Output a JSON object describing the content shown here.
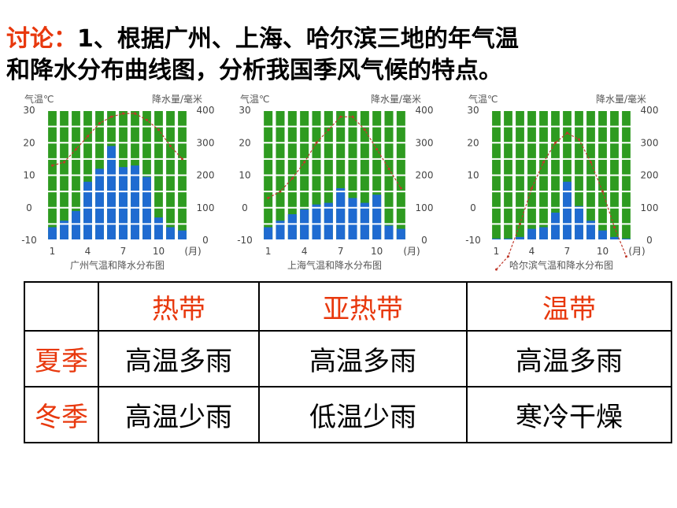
{
  "title": {
    "line1_prefix": "讨论：",
    "line1": "1、根据广州、上海、哈尔滨三地的年气温",
    "line2": "和降水分布曲线图，分析我国季风气候的特点。"
  },
  "chart_data": [
    {
      "type": "bar",
      "title": "广州气温和降水分布图",
      "categories": [
        1,
        2,
        3,
        4,
        5,
        6,
        7,
        8,
        9,
        10,
        11,
        12
      ],
      "x_tick_labels": [
        "1",
        "4",
        "7",
        "10",
        "(月)"
      ],
      "y_left_label": "气温℃",
      "y_right_label": "降水量/毫米",
      "y_left_ticks": [
        "30",
        "20",
        "10",
        "0",
        "-10"
      ],
      "y_right_ticks": [
        "400",
        "300",
        "200",
        "100",
        "0"
      ],
      "ylim_temp": [
        -10,
        30
      ],
      "ylim_precip": [
        0,
        400
      ],
      "series": [
        {
          "name": "降水量",
          "type": "bar",
          "values": [
            40,
            60,
            90,
            180,
            220,
            290,
            225,
            230,
            195,
            70,
            40,
            30
          ]
        },
        {
          "name": "气温",
          "type": "line",
          "values": [
            13,
            14,
            18,
            22,
            26,
            28,
            29,
            29,
            27,
            24,
            19,
            15
          ]
        }
      ],
      "colors": {
        "bar": "#1f6bd1",
        "bg": "#2e9b20",
        "line": "#c0392b"
      }
    },
    {
      "type": "bar",
      "title": "上海气温和降水分布图",
      "categories": [
        1,
        2,
        3,
        4,
        5,
        6,
        7,
        8,
        9,
        10,
        11,
        12
      ],
      "x_tick_labels": [
        "1",
        "4",
        "7",
        "10",
        "(月)"
      ],
      "y_left_label": "气温℃",
      "y_right_label": "降水量/毫米",
      "y_left_ticks": [
        "30",
        "20",
        "10",
        "0",
        "-10"
      ],
      "y_right_ticks": [
        "400",
        "300",
        "200",
        "100",
        "0"
      ],
      "ylim_temp": [
        -10,
        30
      ],
      "ylim_precip": [
        0,
        400
      ],
      "series": [
        {
          "name": "降水量",
          "type": "bar",
          "values": [
            40,
            60,
            80,
            95,
            110,
            115,
            160,
            130,
            115,
            140,
            45,
            35
          ]
        },
        {
          "name": "气温",
          "type": "line",
          "values": [
            3,
            5,
            9,
            14,
            20,
            24,
            28,
            28,
            24,
            18,
            12,
            6
          ]
        }
      ],
      "colors": {
        "bar": "#1f6bd1",
        "bg": "#2e9b20",
        "line": "#c0392b"
      }
    },
    {
      "type": "bar",
      "title": "哈尔滨气温和降水分布图",
      "categories": [
        1,
        2,
        3,
        4,
        5,
        6,
        7,
        8,
        9,
        10,
        11,
        12
      ],
      "x_tick_labels": [
        "1",
        "4",
        "7",
        "10",
        "(月)"
      ],
      "y_left_label": "气温℃",
      "y_right_label": "降水量/毫米",
      "y_left_ticks": [
        "30",
        "20",
        "10",
        "0",
        "-10"
      ],
      "y_right_ticks": [
        "400",
        "300",
        "200",
        "100",
        "0"
      ],
      "ylim_temp": [
        -10,
        30
      ],
      "ylim_precip": [
        0,
        400
      ],
      "series": [
        {
          "name": "降水量",
          "type": "bar",
          "values": [
            5,
            5,
            10,
            35,
            40,
            85,
            180,
            105,
            60,
            30,
            10,
            5
          ]
        },
        {
          "name": "气温",
          "type": "line",
          "values": [
            -19,
            -15,
            -5,
            6,
            14,
            20,
            23,
            21,
            14,
            5,
            -6,
            -15
          ]
        }
      ],
      "colors": {
        "bar": "#1f6bd1",
        "bg": "#2e9b20",
        "line": "#c0392b"
      }
    }
  ],
  "table": {
    "headers": [
      "热带",
      "亚热带",
      "温带"
    ],
    "rows": [
      {
        "label": "夏季",
        "cells": [
          "高温多雨",
          "高温多雨",
          "高温多雨"
        ]
      },
      {
        "label": "冬季",
        "cells": [
          "高温少雨",
          "低温少雨",
          "寒冷干燥"
        ]
      }
    ]
  }
}
